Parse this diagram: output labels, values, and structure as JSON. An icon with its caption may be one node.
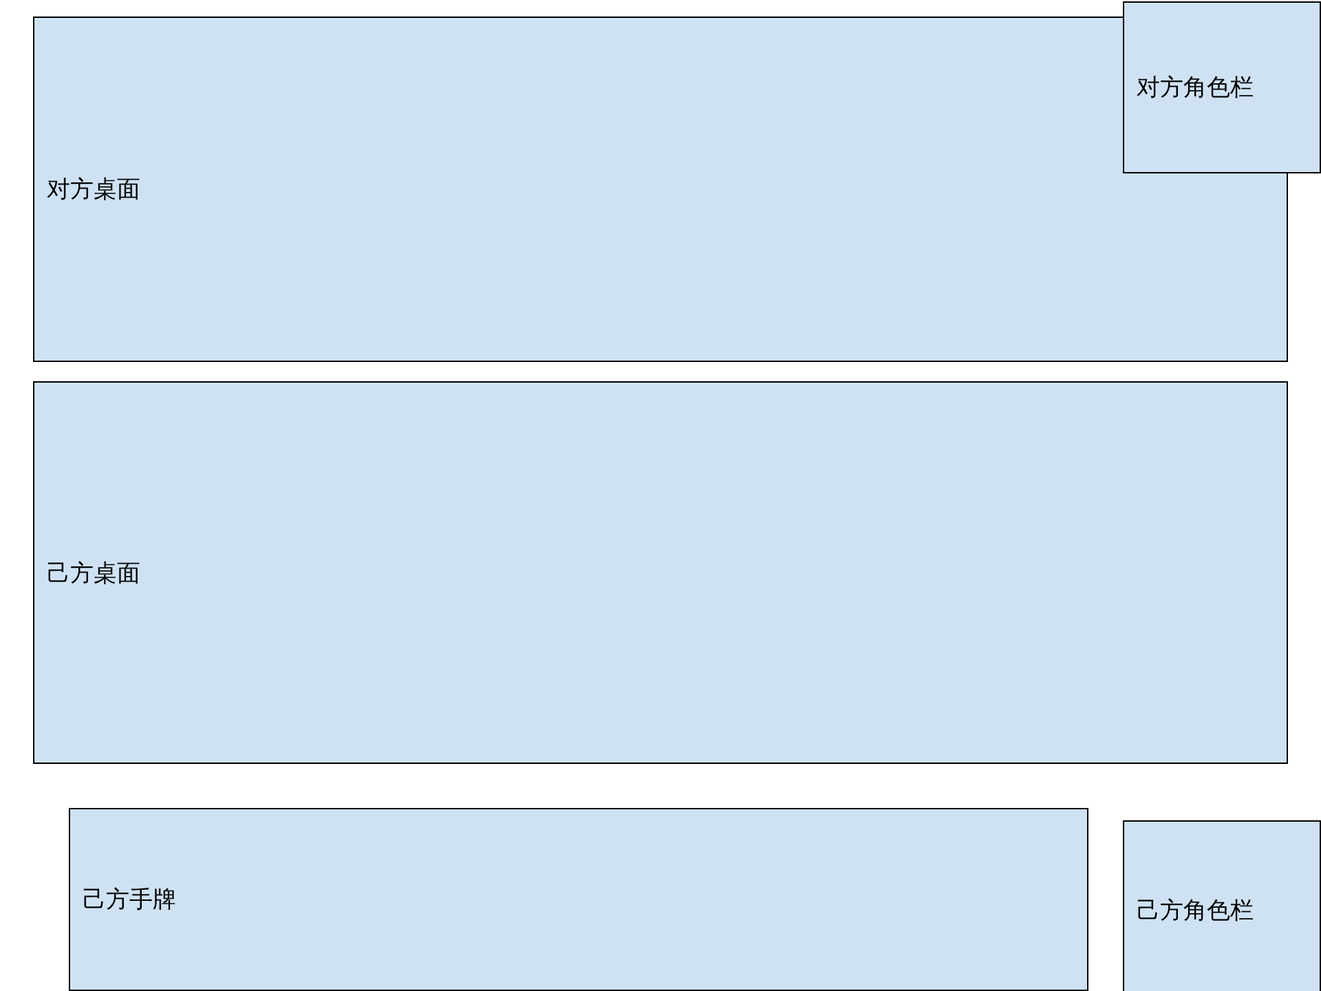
{
  "diagram": {
    "nodes": [
      {
        "text": [
          "对方桌面"
        ]
      },
      {
        "text": [
          "对方角色栏"
        ]
      },
      {
        "text": [
          "己方桌面"
        ]
      },
      {
        "text": [
          "己方手牌"
        ]
      },
      {
        "text": [
          "己方角色栏"
        ]
      }
    ]
  }
}
